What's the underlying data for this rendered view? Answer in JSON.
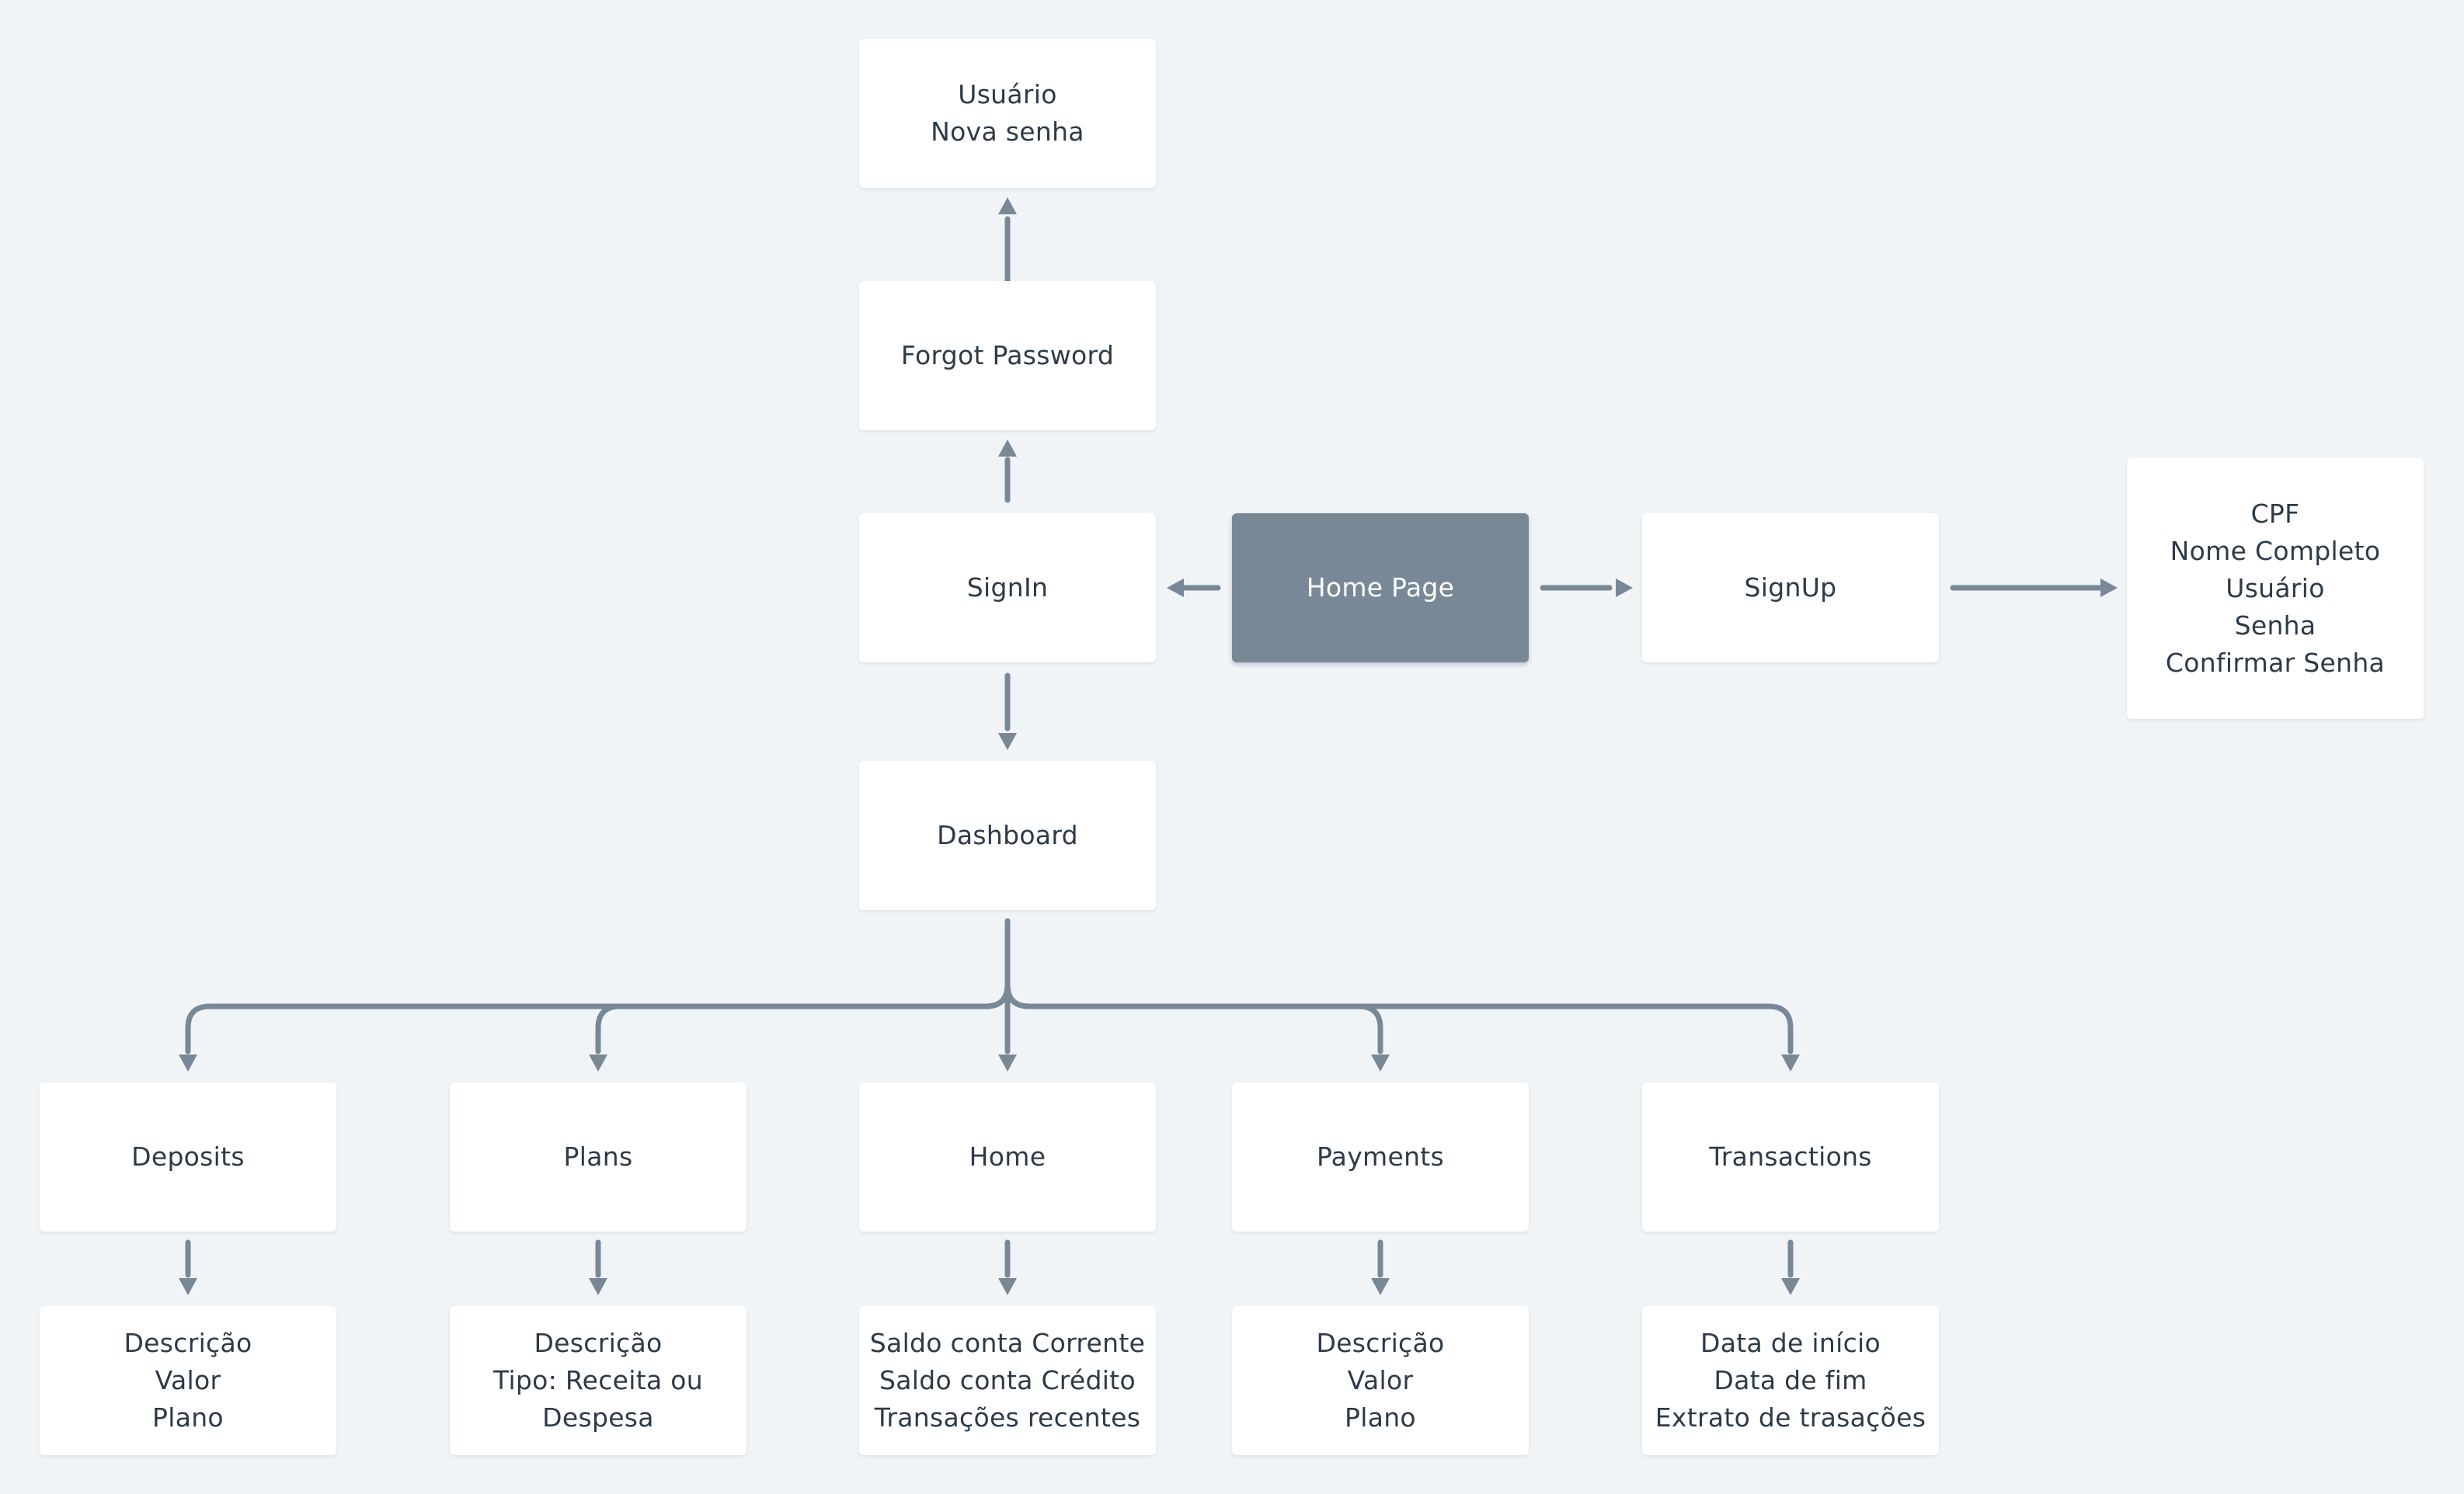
{
  "colors": {
    "background": "#f0f4f7",
    "node": "#ffffff",
    "primary_node": "#798897",
    "connector": "#798897",
    "text": "#2e3a48"
  },
  "nodes": [
    {
      "id": "usuario-nova-senha",
      "lines": [
        "Usuário",
        "Nova senha"
      ]
    },
    {
      "id": "forgot-password",
      "lines": [
        "Forgot Password"
      ]
    },
    {
      "id": "signin",
      "lines": [
        "SignIn"
      ]
    },
    {
      "id": "home-page",
      "lines": [
        "Home Page"
      ]
    },
    {
      "id": "signup",
      "lines": [
        "SignUp"
      ]
    },
    {
      "id": "signup-fields",
      "lines": [
        "CPF",
        "Nome Completo",
        "Usuário",
        "Senha",
        "Confirmar Senha"
      ]
    },
    {
      "id": "dashboard",
      "lines": [
        "Dashboard"
      ]
    },
    {
      "id": "deposits",
      "lines": [
        "Deposits"
      ]
    },
    {
      "id": "plans",
      "lines": [
        "Plans"
      ]
    },
    {
      "id": "home",
      "lines": [
        "Home"
      ]
    },
    {
      "id": "payments",
      "lines": [
        "Payments"
      ]
    },
    {
      "id": "transactions",
      "lines": [
        "Transactions"
      ]
    },
    {
      "id": "deposits-details",
      "lines": [
        "Descrição",
        "Valor",
        "Plano"
      ]
    },
    {
      "id": "plans-details",
      "lines": [
        "Descrição",
        "Tipo: Receita ou",
        "Despesa"
      ]
    },
    {
      "id": "home-details",
      "lines": [
        "Saldo conta Corrente",
        "Saldo conta Crédito",
        "Transações recentes"
      ]
    },
    {
      "id": "payments-details",
      "lines": [
        "Descrição",
        "Valor",
        "Plano"
      ]
    },
    {
      "id": "transactions-details",
      "lines": [
        "Data de início",
        "Data de fim",
        "Extrato de trasações"
      ]
    }
  ],
  "edges": [
    {
      "from": "home-page",
      "to": "signin"
    },
    {
      "from": "home-page",
      "to": "signup"
    },
    {
      "from": "signup",
      "to": "signup-fields"
    },
    {
      "from": "signin",
      "to": "forgot-password"
    },
    {
      "from": "forgot-password",
      "to": "usuario-nova-senha"
    },
    {
      "from": "signin",
      "to": "dashboard"
    },
    {
      "from": "dashboard",
      "to": "deposits"
    },
    {
      "from": "dashboard",
      "to": "plans"
    },
    {
      "from": "dashboard",
      "to": "home"
    },
    {
      "from": "dashboard",
      "to": "payments"
    },
    {
      "from": "dashboard",
      "to": "transactions"
    },
    {
      "from": "deposits",
      "to": "deposits-details"
    },
    {
      "from": "plans",
      "to": "plans-details"
    },
    {
      "from": "home",
      "to": "home-details"
    },
    {
      "from": "payments",
      "to": "payments-details"
    },
    {
      "from": "transactions",
      "to": "transactions-details"
    }
  ]
}
